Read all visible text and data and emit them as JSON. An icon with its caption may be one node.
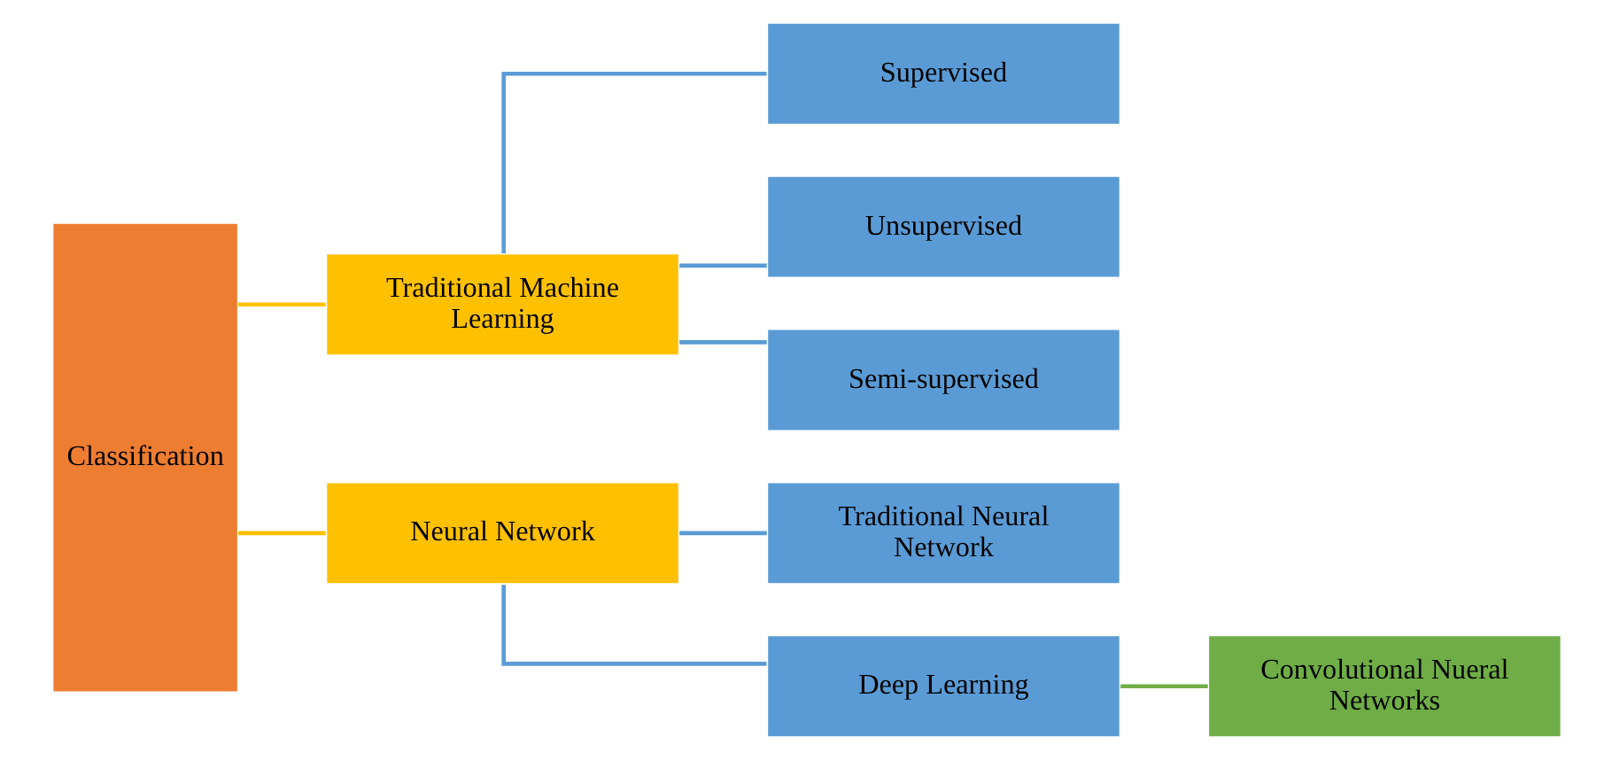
{
  "diagram": {
    "nodes": [
      {
        "text": [
          "Classification"
        ]
      },
      {
        "text": [
          "Traditional Machine Learning"
        ]
      },
      {
        "text": [
          "Neural Network"
        ]
      },
      {
        "text": [
          "Supervised"
        ]
      },
      {
        "text": [
          "Unsupervised"
        ]
      },
      {
        "text": [
          "Semi-supervised"
        ]
      },
      {
        "text": [
          "Traditional Neural Network"
        ]
      },
      {
        "text": [
          "Deep Learning"
        ]
      },
      {
        "text": [
          "Convolutional Nueral Networks"
        ]
      }
    ],
    "edges": [
      {
        "from": 0,
        "to": 1,
        "arrow": "none",
        "color": "#ffc000"
      },
      {
        "from": 0,
        "to": 2,
        "arrow": "none",
        "color": "#ffc000"
      },
      {
        "from": 1,
        "to": 3,
        "arrow": "none"
      },
      {
        "from": 1,
        "to": 4,
        "arrow": "none"
      },
      {
        "from": 1,
        "to": 5,
        "arrow": "none"
      },
      {
        "from": 2,
        "to": 6,
        "arrow": "none"
      },
      {
        "from": 2,
        "to": 7,
        "arrow": "none"
      },
      {
        "from": 7,
        "to": 8,
        "arrow": "none",
        "color": "#70ad47"
      }
    ]
  }
}
